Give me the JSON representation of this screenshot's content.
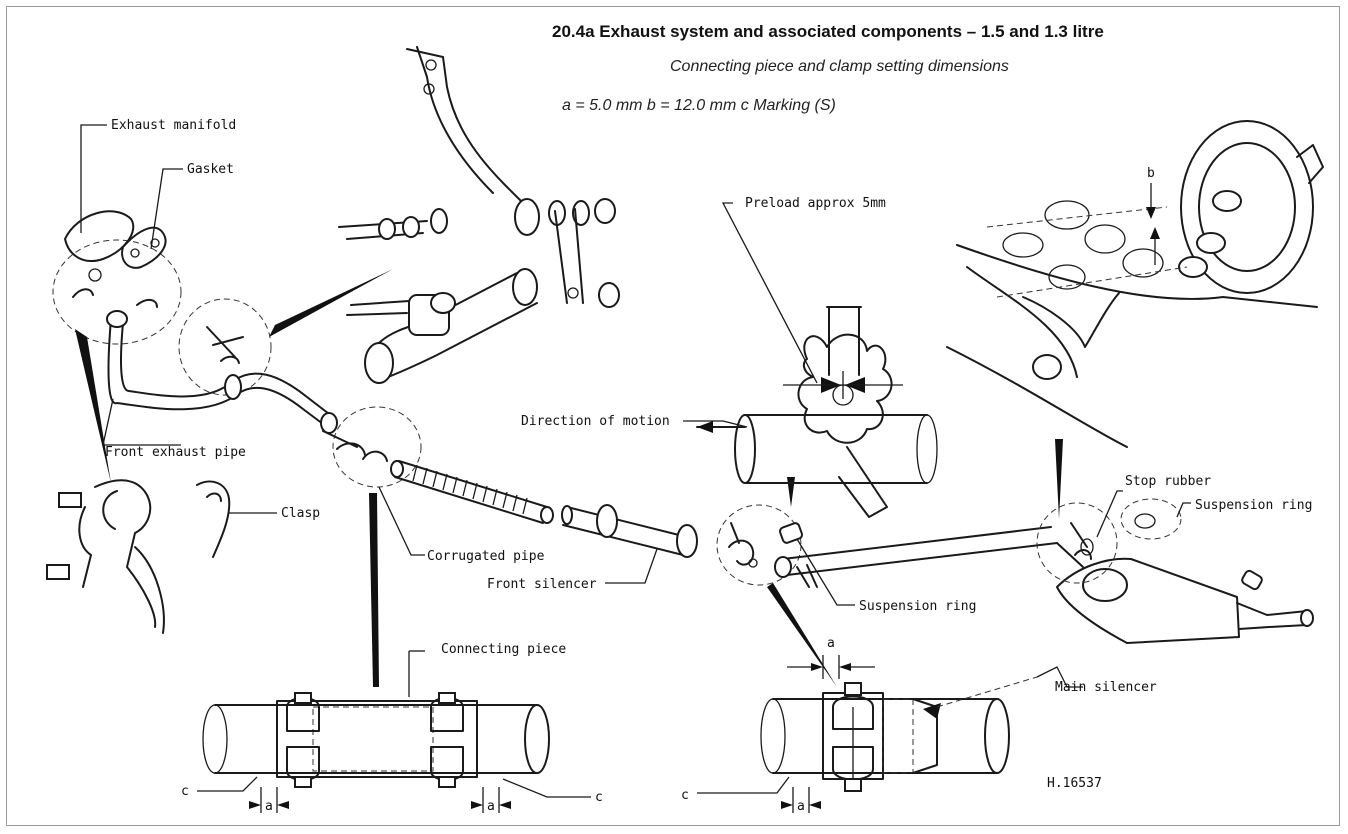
{
  "figure": {
    "title": "20.4a  Exhaust system and associated components – 1.5 and 1.3 litre",
    "subtitle": "Connecting piece and clamp setting dimensions",
    "dimensions_note": "a = 5.0 mm b = 12.0 mm c Marking (S)",
    "reference": "H.16537"
  },
  "labels": {
    "exhaust_manifold": "Exhaust manifold",
    "gasket": "Gasket",
    "front_exhaust_pipe": "Front exhaust pipe",
    "clasp": "Clasp",
    "corrugated_pipe": "Corrugated pipe",
    "front_silencer": "Front silencer",
    "connecting_piece": "Connecting piece",
    "preload": "Preload approx 5mm",
    "direction_of_motion": "Direction of motion",
    "stop_rubber": "Stop rubber",
    "suspension_ring_right": "Suspension ring",
    "suspension_ring_center": "Suspension ring",
    "main_silencer": "Main silencer"
  },
  "markers": {
    "a": "a",
    "b": "b",
    "c": "c"
  }
}
